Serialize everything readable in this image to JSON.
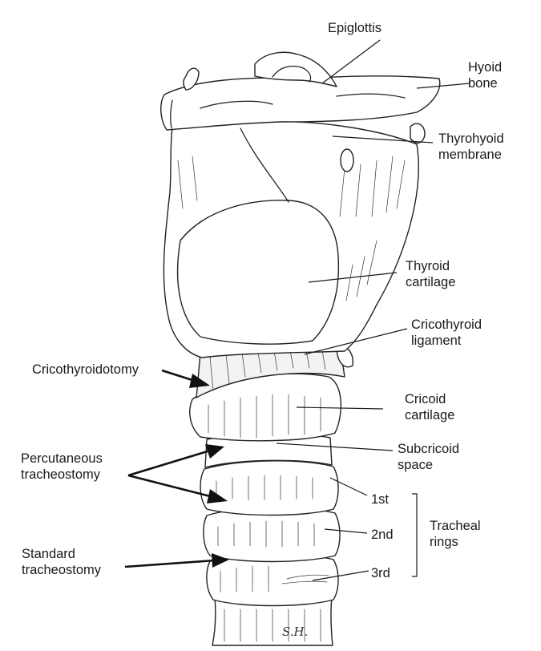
{
  "labels": {
    "epiglottis": "Epiglottis",
    "hyoid_bone": [
      "Hyoid",
      "bone"
    ],
    "thyrohyoid_membrane": [
      "Thyrohyoid",
      "membrane"
    ],
    "thyroid_cartilage": [
      "Thyroid",
      "cartilage"
    ],
    "cricothyroid_ligament": [
      "Cricothyroid",
      "ligament"
    ],
    "cricothyroidotomy": "Cricothyroidotomy",
    "cricoid_cartilage": [
      "Cricoid",
      "cartilage"
    ],
    "percutaneous_tracheostomy": [
      "Percutaneous",
      "tracheostomy"
    ],
    "subcricoid_space": [
      "Subcricoid",
      "space"
    ],
    "ring_1st": "1st",
    "ring_2nd": "2nd",
    "ring_3rd": "3rd",
    "tracheal_rings": [
      "Tracheal",
      "rings"
    ],
    "standard_tracheostomy": [
      "Standard",
      "tracheostomy"
    ]
  },
  "signature": "S.H.",
  "colors": {
    "ink": "#222222",
    "background": "#ffffff"
  }
}
